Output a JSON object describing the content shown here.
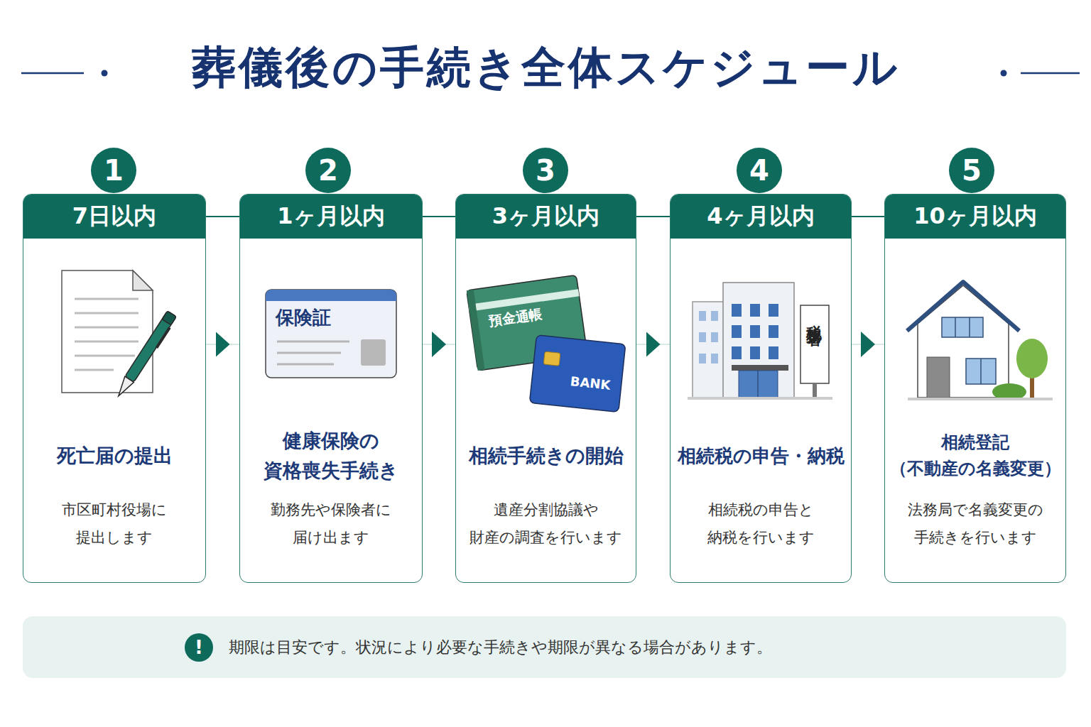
{
  "diagram": {
    "title": "葬儀後の手続き全体スケジュール",
    "nodes": [
      {
        "text": [
          "1"
        ]
      },
      {
        "text": [
          "7日以内",
          "死亡届の提出",
          "市区町村役場に 提出します"
        ]
      },
      {
        "text": [
          "2"
        ]
      },
      {
        "text": [
          "1ヶ月以内",
          "健康保険の 資格喪失手続き",
          "勤務先や保険者に 届け出ます"
        ]
      },
      {
        "text": [
          "3"
        ]
      },
      {
        "text": [
          "3ヶ月以内",
          "相続手続きの開始",
          "遺産分割協議や 財産の調査を行います"
        ]
      },
      {
        "text": [
          "4"
        ]
      },
      {
        "text": [
          "4ヶ月以内",
          "相続税の申告・納税",
          "相続税の申告と 納税を行います"
        ]
      },
      {
        "text": [
          "5"
        ]
      },
      {
        "text": [
          "10ヶ月以内",
          "相続登記 （不動産の名義変更）",
          "法務局で名義変更の 手続きを行います"
        ]
      },
      {
        "text": [
          "期限は目安です。状況により必要な手続きや期限が異なる場合があります。"
        ]
      },
      {
        "text": [
          "!"
        ],
        "in": 10
      }
    ],
    "edges": [
      {
        "from": 1,
        "to": 3,
        "arrow": "to"
      },
      {
        "from": 3,
        "to": 5,
        "arrow": "to"
      },
      {
        "from": 5,
        "to": 7,
        "arrow": "to"
      },
      {
        "from": 7,
        "to": 9,
        "arrow": "to"
      }
    ],
    "labels": [
      "保険証",
      "預金通帳",
      "BANK",
      "税務署"
    ]
  }
}
